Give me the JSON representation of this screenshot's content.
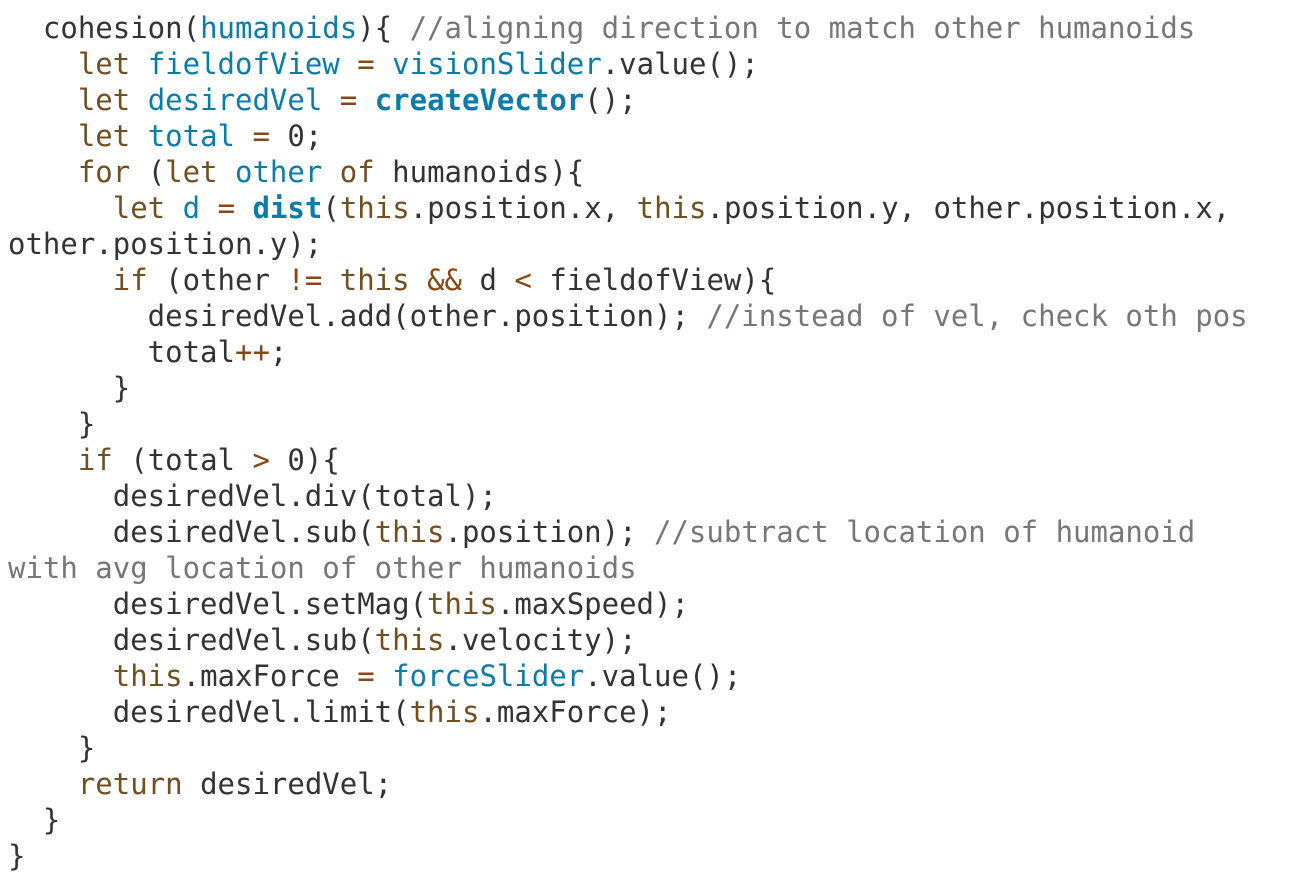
{
  "editor": {
    "colors": {
      "background": "#ffffff",
      "text": "#333333",
      "keyword": "#704f21",
      "definition": "#0b7ca9",
      "comment": "#777777",
      "operator": "#8b4513"
    },
    "lines": [
      [
        {
          "t": "text",
          "v": "  cohesion("
        },
        {
          "t": "def",
          "v": "humanoids"
        },
        {
          "t": "text",
          "v": "){ "
        },
        {
          "t": "comment",
          "v": "//aligning direction to match other humanoids"
        }
      ],
      [
        {
          "t": "text",
          "v": "    "
        },
        {
          "t": "keyword",
          "v": "let"
        },
        {
          "t": "text",
          "v": " "
        },
        {
          "t": "def",
          "v": "fieldofView"
        },
        {
          "t": "text",
          "v": " "
        },
        {
          "t": "op",
          "v": "="
        },
        {
          "t": "text",
          "v": " "
        },
        {
          "t": "def",
          "v": "visionSlider"
        },
        {
          "t": "text",
          "v": ".value();"
        }
      ],
      [
        {
          "t": "text",
          "v": "    "
        },
        {
          "t": "keyword",
          "v": "let"
        },
        {
          "t": "text",
          "v": " "
        },
        {
          "t": "def",
          "v": "desiredVel"
        },
        {
          "t": "text",
          "v": " "
        },
        {
          "t": "op",
          "v": "="
        },
        {
          "t": "text",
          "v": " "
        },
        {
          "t": "fn",
          "v": "createVector"
        },
        {
          "t": "text",
          "v": "();"
        }
      ],
      [
        {
          "t": "text",
          "v": "    "
        },
        {
          "t": "keyword",
          "v": "let"
        },
        {
          "t": "text",
          "v": " "
        },
        {
          "t": "def",
          "v": "total"
        },
        {
          "t": "text",
          "v": " "
        },
        {
          "t": "op",
          "v": "="
        },
        {
          "t": "text",
          "v": " "
        },
        {
          "t": "num",
          "v": "0"
        },
        {
          "t": "text",
          "v": ";"
        }
      ],
      [
        {
          "t": "text",
          "v": "    "
        },
        {
          "t": "keyword",
          "v": "for"
        },
        {
          "t": "text",
          "v": " ("
        },
        {
          "t": "keyword",
          "v": "let"
        },
        {
          "t": "text",
          "v": " "
        },
        {
          "t": "def",
          "v": "other"
        },
        {
          "t": "text",
          "v": " "
        },
        {
          "t": "keyword",
          "v": "of"
        },
        {
          "t": "text",
          "v": " humanoids){"
        }
      ],
      [
        {
          "t": "text",
          "v": "      "
        },
        {
          "t": "keyword",
          "v": "let"
        },
        {
          "t": "text",
          "v": " "
        },
        {
          "t": "def",
          "v": "d"
        },
        {
          "t": "text",
          "v": " "
        },
        {
          "t": "op",
          "v": "="
        },
        {
          "t": "text",
          "v": " "
        },
        {
          "t": "fn",
          "v": "dist"
        },
        {
          "t": "text",
          "v": "("
        },
        {
          "t": "keyword",
          "v": "this"
        },
        {
          "t": "text",
          "v": ".position.x, "
        },
        {
          "t": "keyword",
          "v": "this"
        },
        {
          "t": "text",
          "v": ".position.y, other.position.x,"
        }
      ],
      [
        {
          "t": "text",
          "v": "other.position.y);"
        }
      ],
      [
        {
          "t": "text",
          "v": "      "
        },
        {
          "t": "keyword",
          "v": "if"
        },
        {
          "t": "text",
          "v": " (other "
        },
        {
          "t": "op",
          "v": "!="
        },
        {
          "t": "text",
          "v": " "
        },
        {
          "t": "keyword",
          "v": "this"
        },
        {
          "t": "text",
          "v": " "
        },
        {
          "t": "op",
          "v": "&&"
        },
        {
          "t": "text",
          "v": " d "
        },
        {
          "t": "op",
          "v": "<"
        },
        {
          "t": "text",
          "v": " fieldofView){"
        }
      ],
      [
        {
          "t": "text",
          "v": "        desiredVel.add(other.position); "
        },
        {
          "t": "comment",
          "v": "//instead of vel, check oth pos"
        }
      ],
      [
        {
          "t": "text",
          "v": "        total"
        },
        {
          "t": "op",
          "v": "++"
        },
        {
          "t": "text",
          "v": ";"
        }
      ],
      [
        {
          "t": "text",
          "v": "      }"
        }
      ],
      [
        {
          "t": "text",
          "v": "    }"
        }
      ],
      [
        {
          "t": "text",
          "v": "    "
        },
        {
          "t": "keyword",
          "v": "if"
        },
        {
          "t": "text",
          "v": " (total "
        },
        {
          "t": "op",
          "v": ">"
        },
        {
          "t": "text",
          "v": " "
        },
        {
          "t": "num",
          "v": "0"
        },
        {
          "t": "text",
          "v": "){"
        }
      ],
      [
        {
          "t": "text",
          "v": "      desiredVel.div(total);"
        }
      ],
      [
        {
          "t": "text",
          "v": "      desiredVel.sub("
        },
        {
          "t": "keyword",
          "v": "this"
        },
        {
          "t": "text",
          "v": ".position); "
        },
        {
          "t": "comment",
          "v": "//subtract location of humanoid"
        }
      ],
      [
        {
          "t": "comment",
          "v": "with avg location of other humanoids"
        }
      ],
      [
        {
          "t": "text",
          "v": "      desiredVel.setMag("
        },
        {
          "t": "keyword",
          "v": "this"
        },
        {
          "t": "text",
          "v": ".maxSpeed);"
        }
      ],
      [
        {
          "t": "text",
          "v": "      desiredVel.sub("
        },
        {
          "t": "keyword",
          "v": "this"
        },
        {
          "t": "text",
          "v": ".velocity);"
        }
      ],
      [
        {
          "t": "text",
          "v": "      "
        },
        {
          "t": "keyword",
          "v": "this"
        },
        {
          "t": "text",
          "v": ".maxForce "
        },
        {
          "t": "op",
          "v": "="
        },
        {
          "t": "text",
          "v": " "
        },
        {
          "t": "def",
          "v": "forceSlider"
        },
        {
          "t": "text",
          "v": ".value();"
        }
      ],
      [
        {
          "t": "text",
          "v": "      desiredVel.limit("
        },
        {
          "t": "keyword",
          "v": "this"
        },
        {
          "t": "text",
          "v": ".maxForce);"
        }
      ],
      [
        {
          "t": "text",
          "v": "    }"
        }
      ],
      [
        {
          "t": "text",
          "v": "    "
        },
        {
          "t": "keyword",
          "v": "return"
        },
        {
          "t": "text",
          "v": " desiredVel;"
        }
      ],
      [
        {
          "t": "text",
          "v": "  }"
        }
      ],
      [
        {
          "t": "text",
          "v": "}"
        }
      ]
    ]
  }
}
